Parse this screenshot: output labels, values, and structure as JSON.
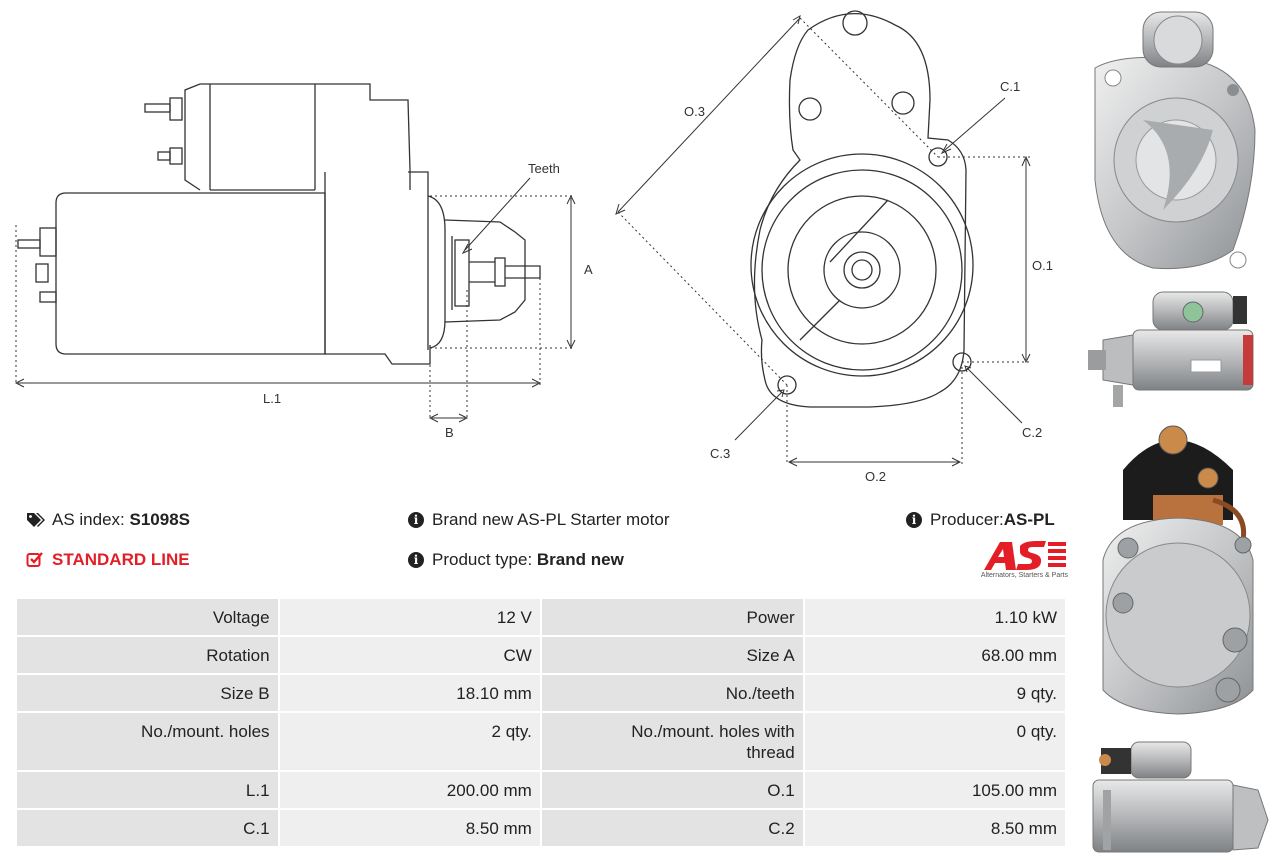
{
  "drawing": {
    "labels": {
      "teeth": "Teeth",
      "a": "A",
      "b": "B",
      "l1": "L.1",
      "o1": "O.1",
      "o2": "O.2",
      "o3": "O.3",
      "c1": "C.1",
      "c2": "C.2",
      "c3": "C.3"
    }
  },
  "info": {
    "as_index_label": "AS index:",
    "as_index_value": "S1098S",
    "line_label": "STANDARD LINE",
    "description": "Brand new AS-PL Starter motor",
    "product_type_label": "Product type:",
    "product_type_value": "Brand new",
    "producer_label": "Producer:",
    "producer_value": "AS-PL"
  },
  "logo": {
    "mark": "AS",
    "tagline": "Alternators, Starters & Parts",
    "color": "#e41e26"
  },
  "specs": [
    [
      "Voltage",
      "12 V",
      "Power",
      "1.10 kW"
    ],
    [
      "Rotation",
      "CW",
      "Size A",
      "68.00 mm"
    ],
    [
      "Size B",
      "18.10 mm",
      "No./teeth",
      "9 qty."
    ],
    [
      "No./mount. holes",
      "2 qty.",
      "No./mount. holes with thread",
      "0 qty."
    ],
    [
      "L.1",
      "200.00 mm",
      "O.1",
      "105.00 mm"
    ],
    [
      "C.1",
      "8.50 mm",
      "C.2",
      "8.50 mm"
    ]
  ],
  "icons": {
    "tag": "tag-icon",
    "check": "checkbox-icon",
    "info": "info-icon"
  }
}
